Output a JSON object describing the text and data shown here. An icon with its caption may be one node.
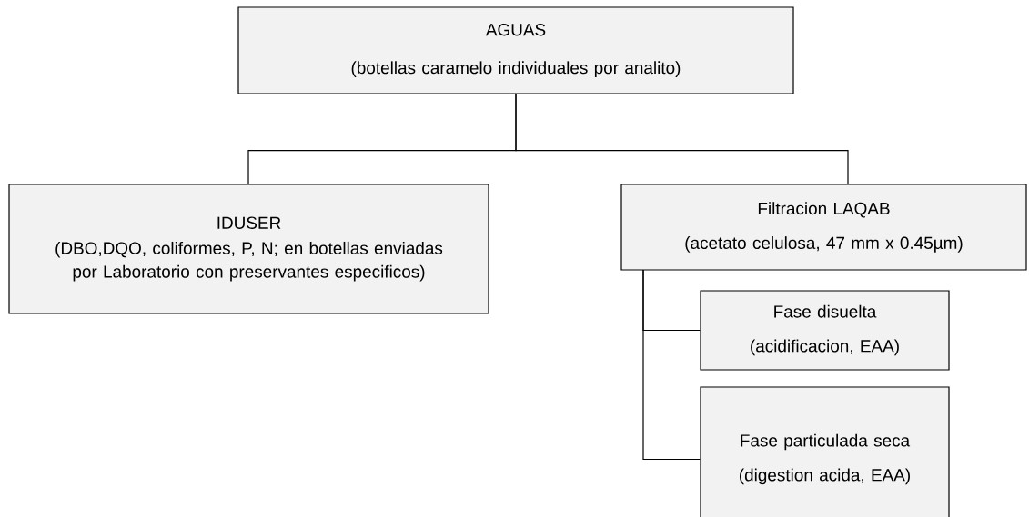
{
  "diagram": {
    "nodes": [
      {
        "text": [
          "AGUAS",
          "(botellas caramelo individuales por analito)"
        ]
      },
      {
        "text": [
          "IDUSER",
          "(DBO,DQO, coliformes, P, N; en botellas enviadas por Laboratorio con preservantes especificos)"
        ]
      },
      {
        "text": [
          "Filtracion LAQAB",
          "(acetato celulosa, 47 mm x 0.45µm)"
        ]
      },
      {
        "text": [
          "Fase disuelta",
          "(acidificacion, EAA)"
        ]
      },
      {
        "text": [
          "Fase particulada seca",
          "(digestion acida, EAA)"
        ]
      }
    ],
    "edges": [
      {
        "from": 0,
        "to": 1,
        "arrow": "none"
      },
      {
        "from": 0,
        "to": 2,
        "arrow": "none"
      },
      {
        "from": 2,
        "to": 3,
        "arrow": "none"
      },
      {
        "from": 2,
        "to": 4,
        "arrow": "none"
      }
    ]
  }
}
